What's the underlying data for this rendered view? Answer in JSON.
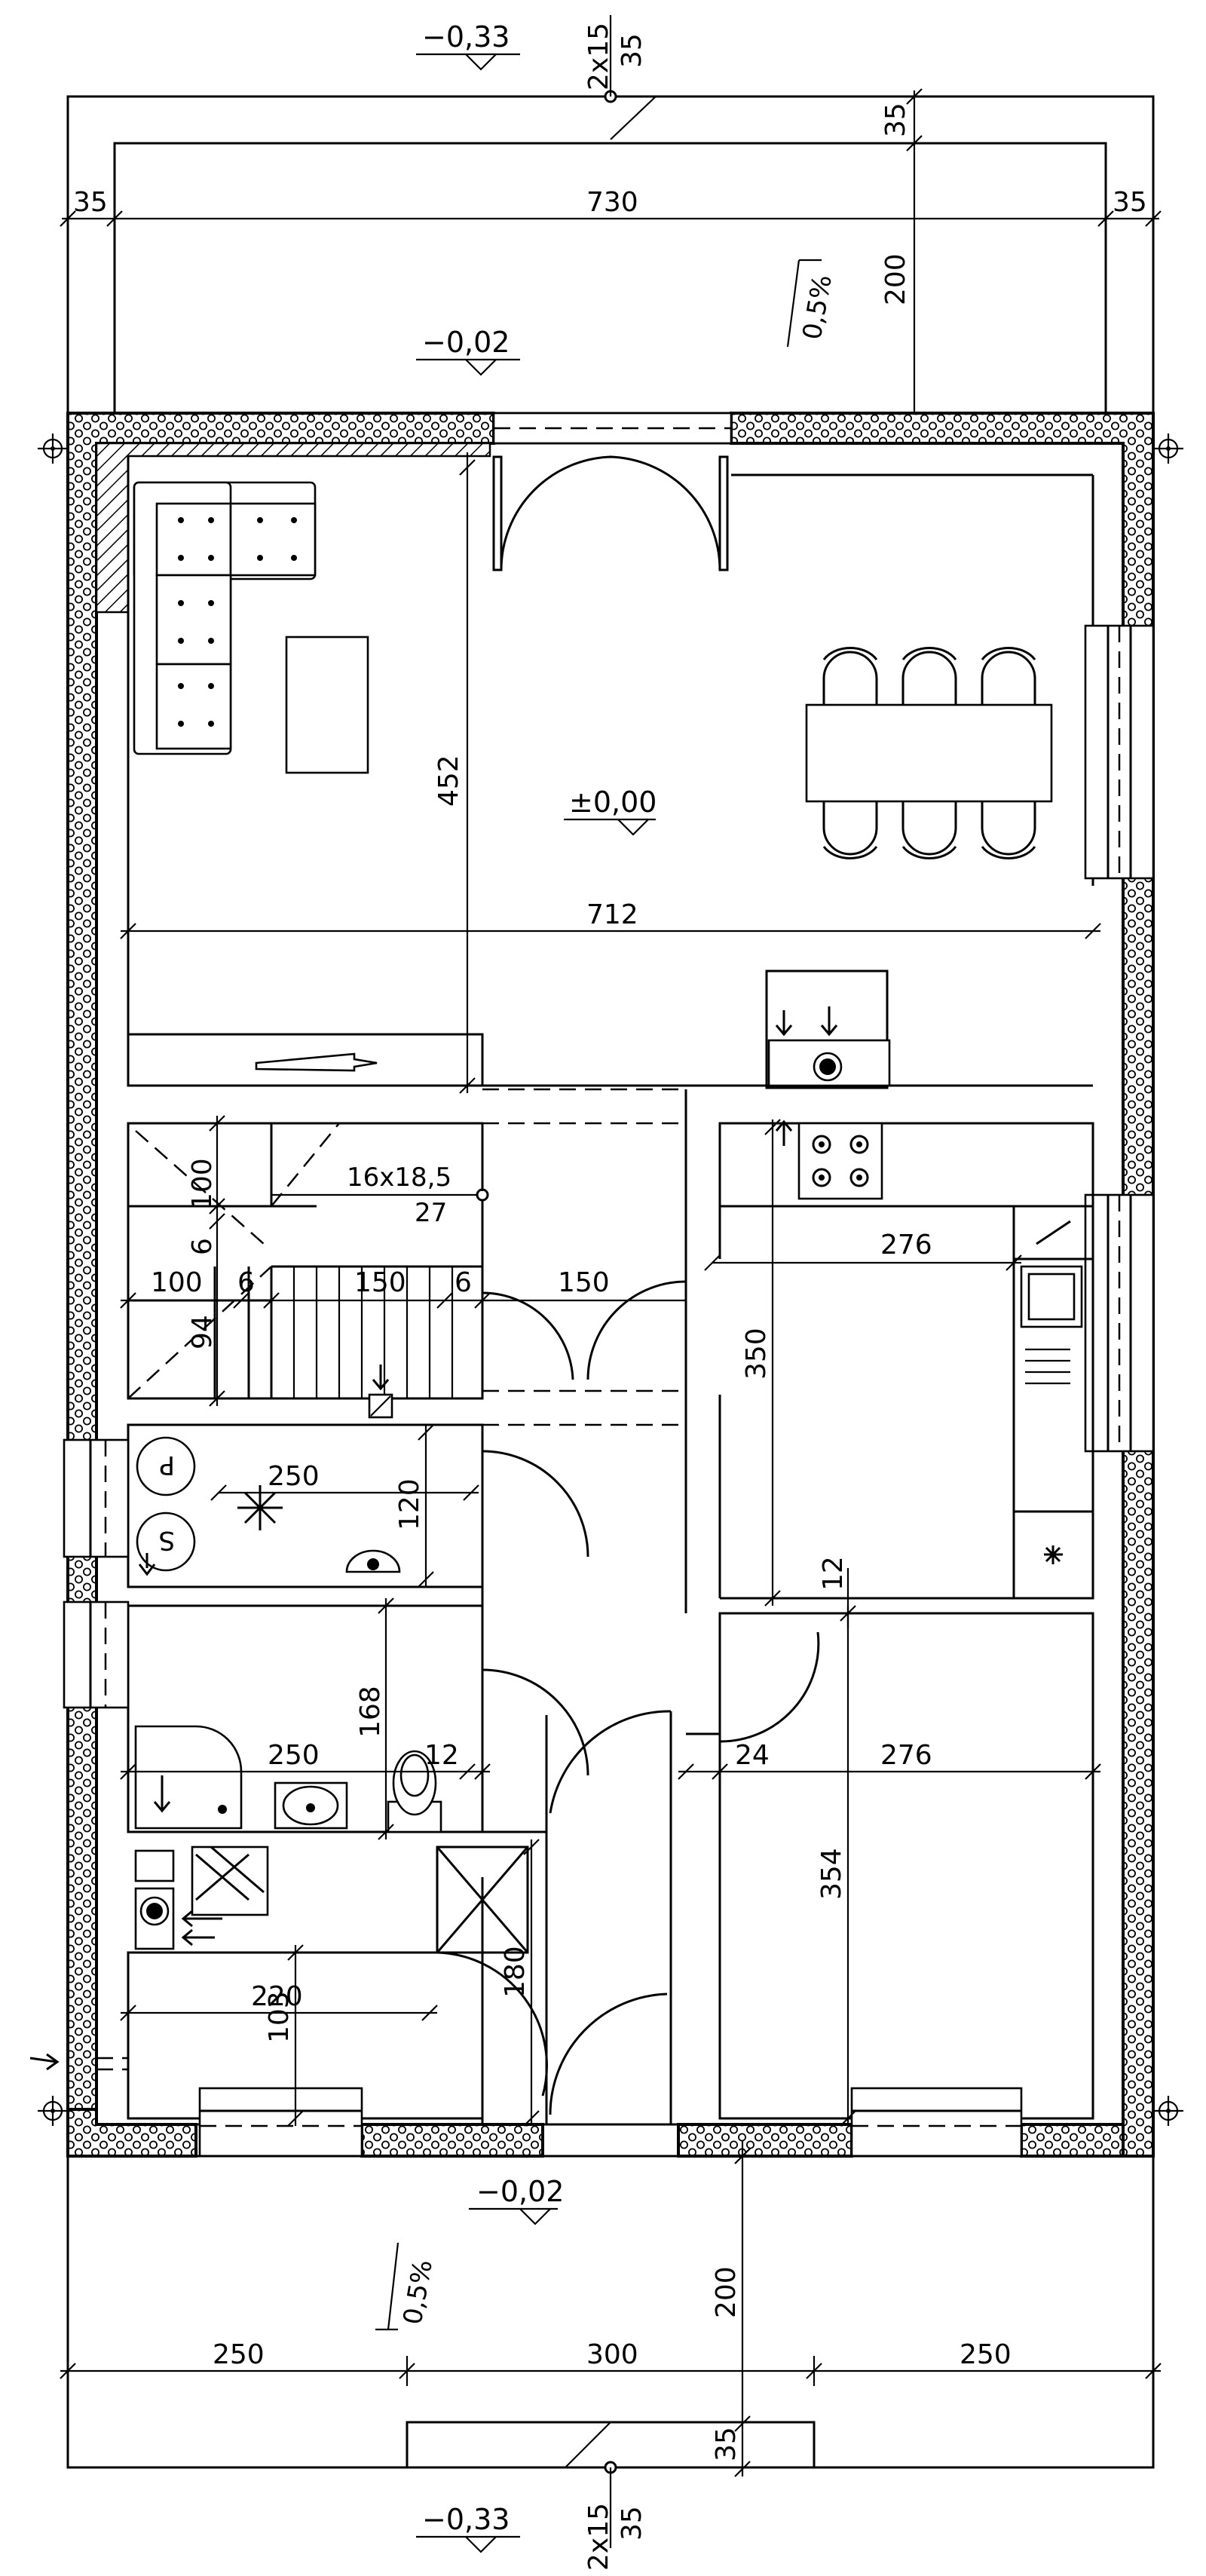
{
  "levels": {
    "top_outer": "−0,33",
    "top_terrace": "−0,02",
    "floor": "±0,00",
    "bottom_terrace": "−0,02",
    "bottom_outer": "−0,33"
  },
  "steps": {
    "top_steps": "2x15",
    "top_step_depth": "35",
    "bottom_steps": "2x15",
    "bottom_step_depth": "35"
  },
  "slopes": {
    "top_slope": "0,5%",
    "bottom_slope": "0,5%"
  },
  "dimensions": {
    "top_left_35": "35",
    "top_730": "730",
    "top_right_35": "35",
    "top_vert_35": "35",
    "top_vert_200": "200",
    "living_452": "452",
    "living_712": "712",
    "stair_spec": "16x18,5",
    "stair_27": "27",
    "stair_100_vert": "100",
    "stair_6_vert": "6",
    "stair_94": "94",
    "stair_100_horiz": "100",
    "stair_6a": "6",
    "stair_150": "150",
    "stair_6b": "6",
    "hall_150": "150",
    "kitchen_276": "276",
    "kitchen_350": "350",
    "kitchen_12": "12",
    "utility_250": "250",
    "utility_120": "120",
    "bath_250": "250",
    "bath_168": "168",
    "bath_12": "12",
    "room_24": "24",
    "room_276": "276",
    "room_354": "354",
    "room2_220": "220",
    "room2_103": "103",
    "room2_180": "180",
    "bottom_vert_200": "200",
    "bottom_250_left": "250",
    "bottom_300": "300",
    "bottom_250_right": "250",
    "bottom_vert_35": "35"
  },
  "symbols": {
    "boiler_upper": "P",
    "boiler_lower": "S"
  },
  "colors": {
    "line": "#000000",
    "background": "#ffffff"
  }
}
